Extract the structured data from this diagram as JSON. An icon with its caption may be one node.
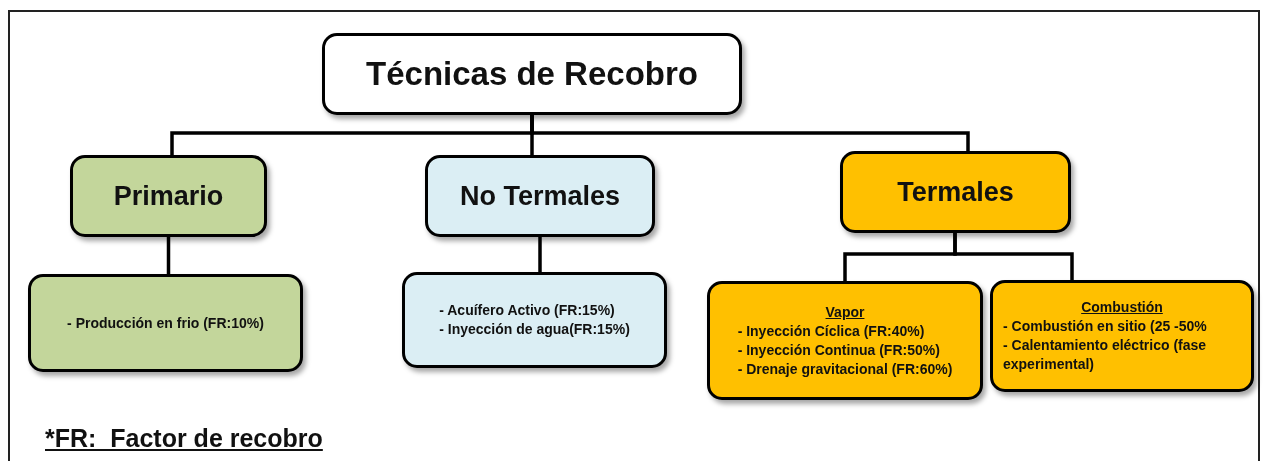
{
  "diagram": {
    "nodes": [
      {
        "text": [
          "Técnicas de Recobro"
        ]
      },
      {
        "text": [
          "Primario"
        ]
      },
      {
        "text": [
          "No Termales"
        ]
      },
      {
        "text": [
          "Termales"
        ]
      },
      {
        "text": [
          "- Producción en frio (FR:10%)"
        ]
      },
      {
        "text": [
          "- Acuífero Activo (FR:15%)",
          "- Inyección de agua(FR:15%)"
        ]
      },
      {
        "text": [
          "Vapor",
          "- Inyección Cíclica (FR:40%)",
          "- Inyección Continua (FR:50%)",
          "- Drenaje gravitacional (FR:60%)"
        ]
      },
      {
        "text": [
          "Combustión",
          "- Combustión en sitio (25 -50%",
          "- Calentamiento eléctrico (fase experimental)"
        ]
      }
    ],
    "edges": [
      {
        "from": 0,
        "to": 1,
        "arrow": "none"
      },
      {
        "from": 0,
        "to": 2,
        "arrow": "none"
      },
      {
        "from": 0,
        "to": 3,
        "arrow": "none"
      },
      {
        "from": 1,
        "to": 4,
        "arrow": "none"
      },
      {
        "from": 2,
        "to": 5,
        "arrow": "none"
      },
      {
        "from": 3,
        "to": 6,
        "arrow": "none"
      },
      {
        "from": 3,
        "to": 7,
        "arrow": "none"
      }
    ],
    "labels": [
      "*FR:  Factor de recobro"
    ]
  }
}
